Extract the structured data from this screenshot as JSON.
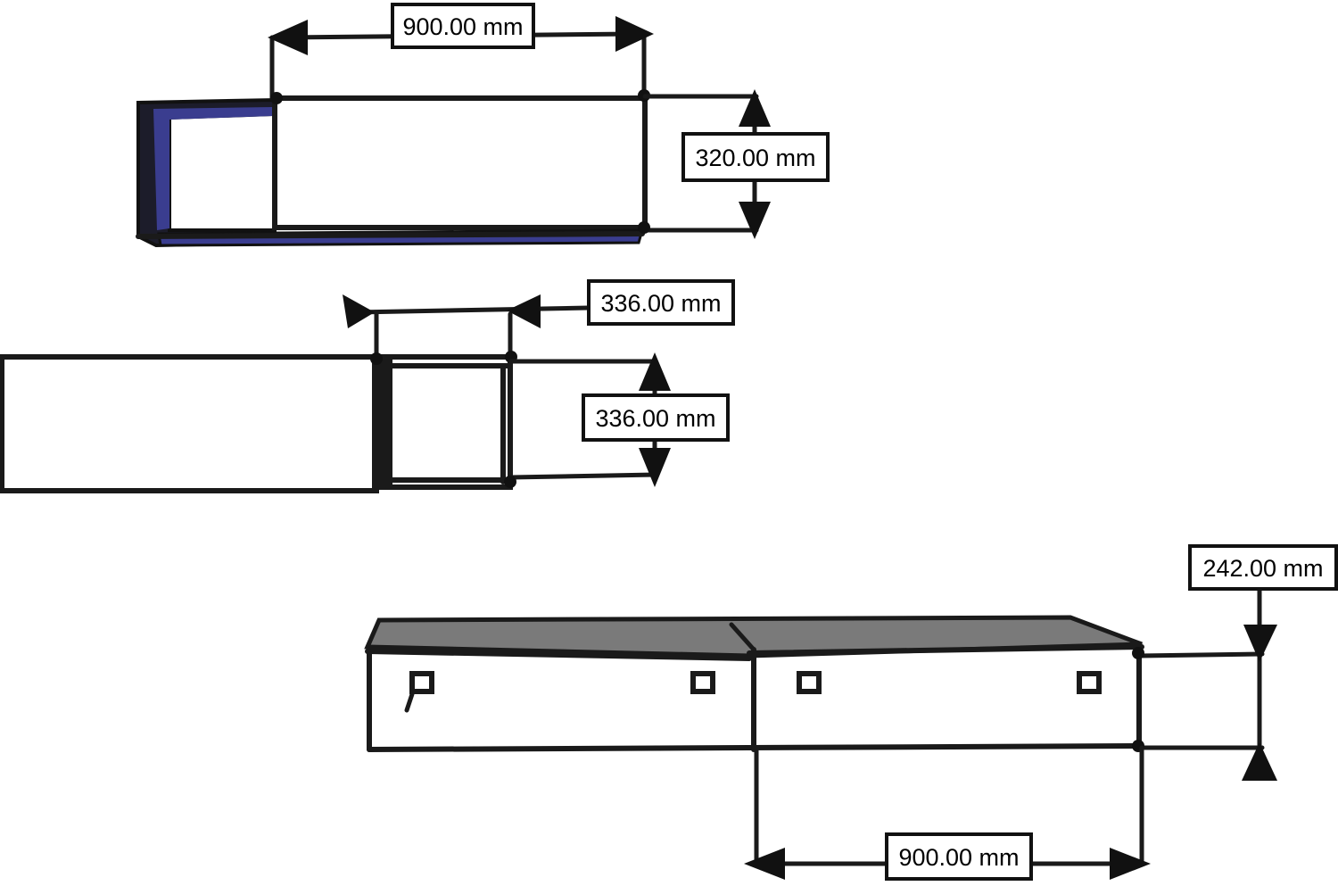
{
  "dimensions": {
    "top_width": "900.00 mm",
    "top_height": "320.00 mm",
    "middle_width": "336.00 mm",
    "middle_height": "336.00 mm",
    "bottom_height": "242.00 mm",
    "bottom_width": "900.00 mm"
  },
  "colors": {
    "line": "#1a1a1a",
    "accent_blue": "#3a3d8f",
    "panel_grey": "#7a7a7a",
    "background": "#ffffff"
  }
}
